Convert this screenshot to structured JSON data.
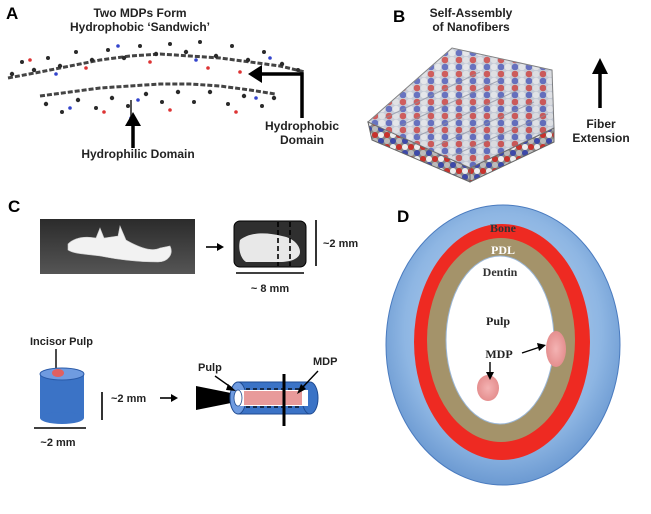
{
  "panels": {
    "a": "A",
    "b": "B",
    "c": "C",
    "d": "D"
  },
  "panel_a": {
    "title_line1": "Two MDPs Form",
    "title_line2": "Hydrophobic ‘Sandwich’",
    "hydrophobic_line1": "Hydrophobic",
    "hydrophobic_line2": "Domain",
    "hydrophilic": "Hydrophilic Domain"
  },
  "panel_b": {
    "title_line1": "Self-Assembly",
    "title_line2": "of Nanofibers",
    "extension_line1": "Fiber",
    "extension_line2": "Extension"
  },
  "panel_c": {
    "height_label": "~2 mm",
    "length_label": "~ 8 mm",
    "incisor_pulp": "Incisor Pulp",
    "cyl_height": "~2 mm",
    "cyl_width": "~2 mm",
    "pulp": "Pulp",
    "mdp": "MDP"
  },
  "panel_d": {
    "bone": "Bone",
    "pdl": "PDL",
    "dentin": "Dentin",
    "pulp": "Pulp",
    "mdp": "MDP",
    "colors": {
      "bone": "#6f9fd6",
      "pdl": "#ee2a22",
      "dentin": "#a4936a",
      "pulp": "#ffffff",
      "mdp": "#e89a9a"
    }
  }
}
